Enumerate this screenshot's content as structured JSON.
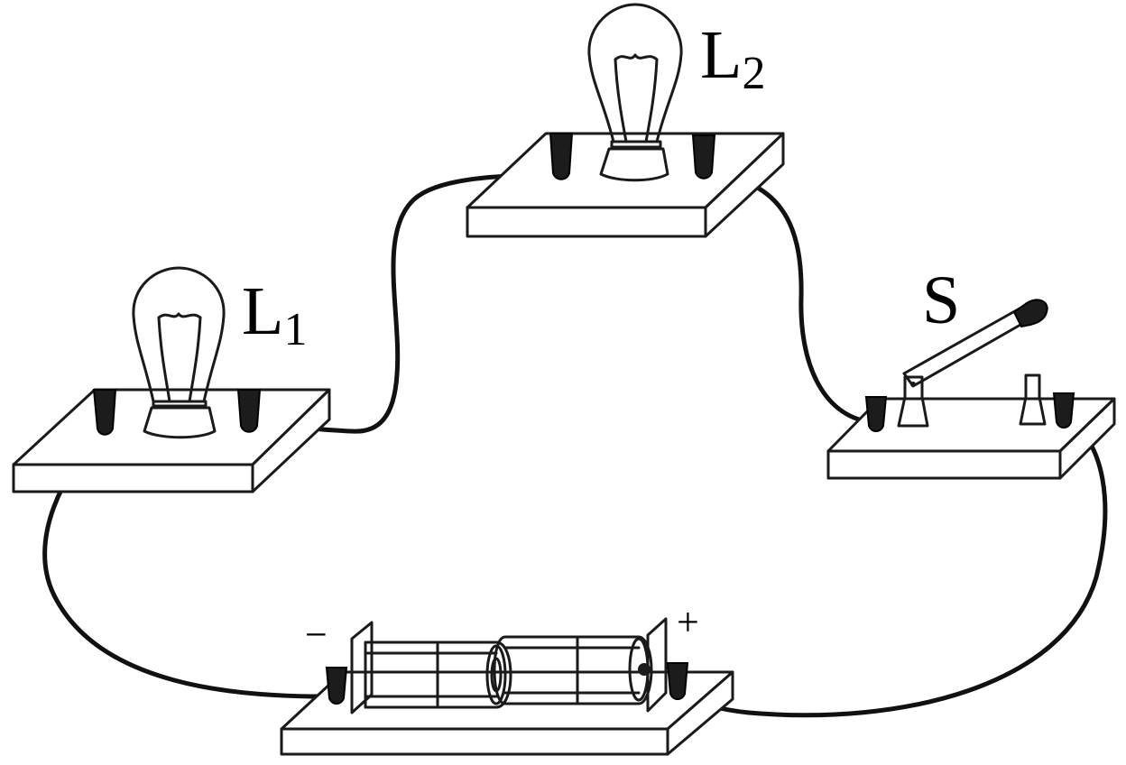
{
  "labels": {
    "lamp1": {
      "main": "L",
      "sub": "1"
    },
    "lamp2": {
      "main": "L",
      "sub": "2"
    },
    "switch": "S",
    "battery_negative": "−",
    "battery_positive": "+"
  }
}
